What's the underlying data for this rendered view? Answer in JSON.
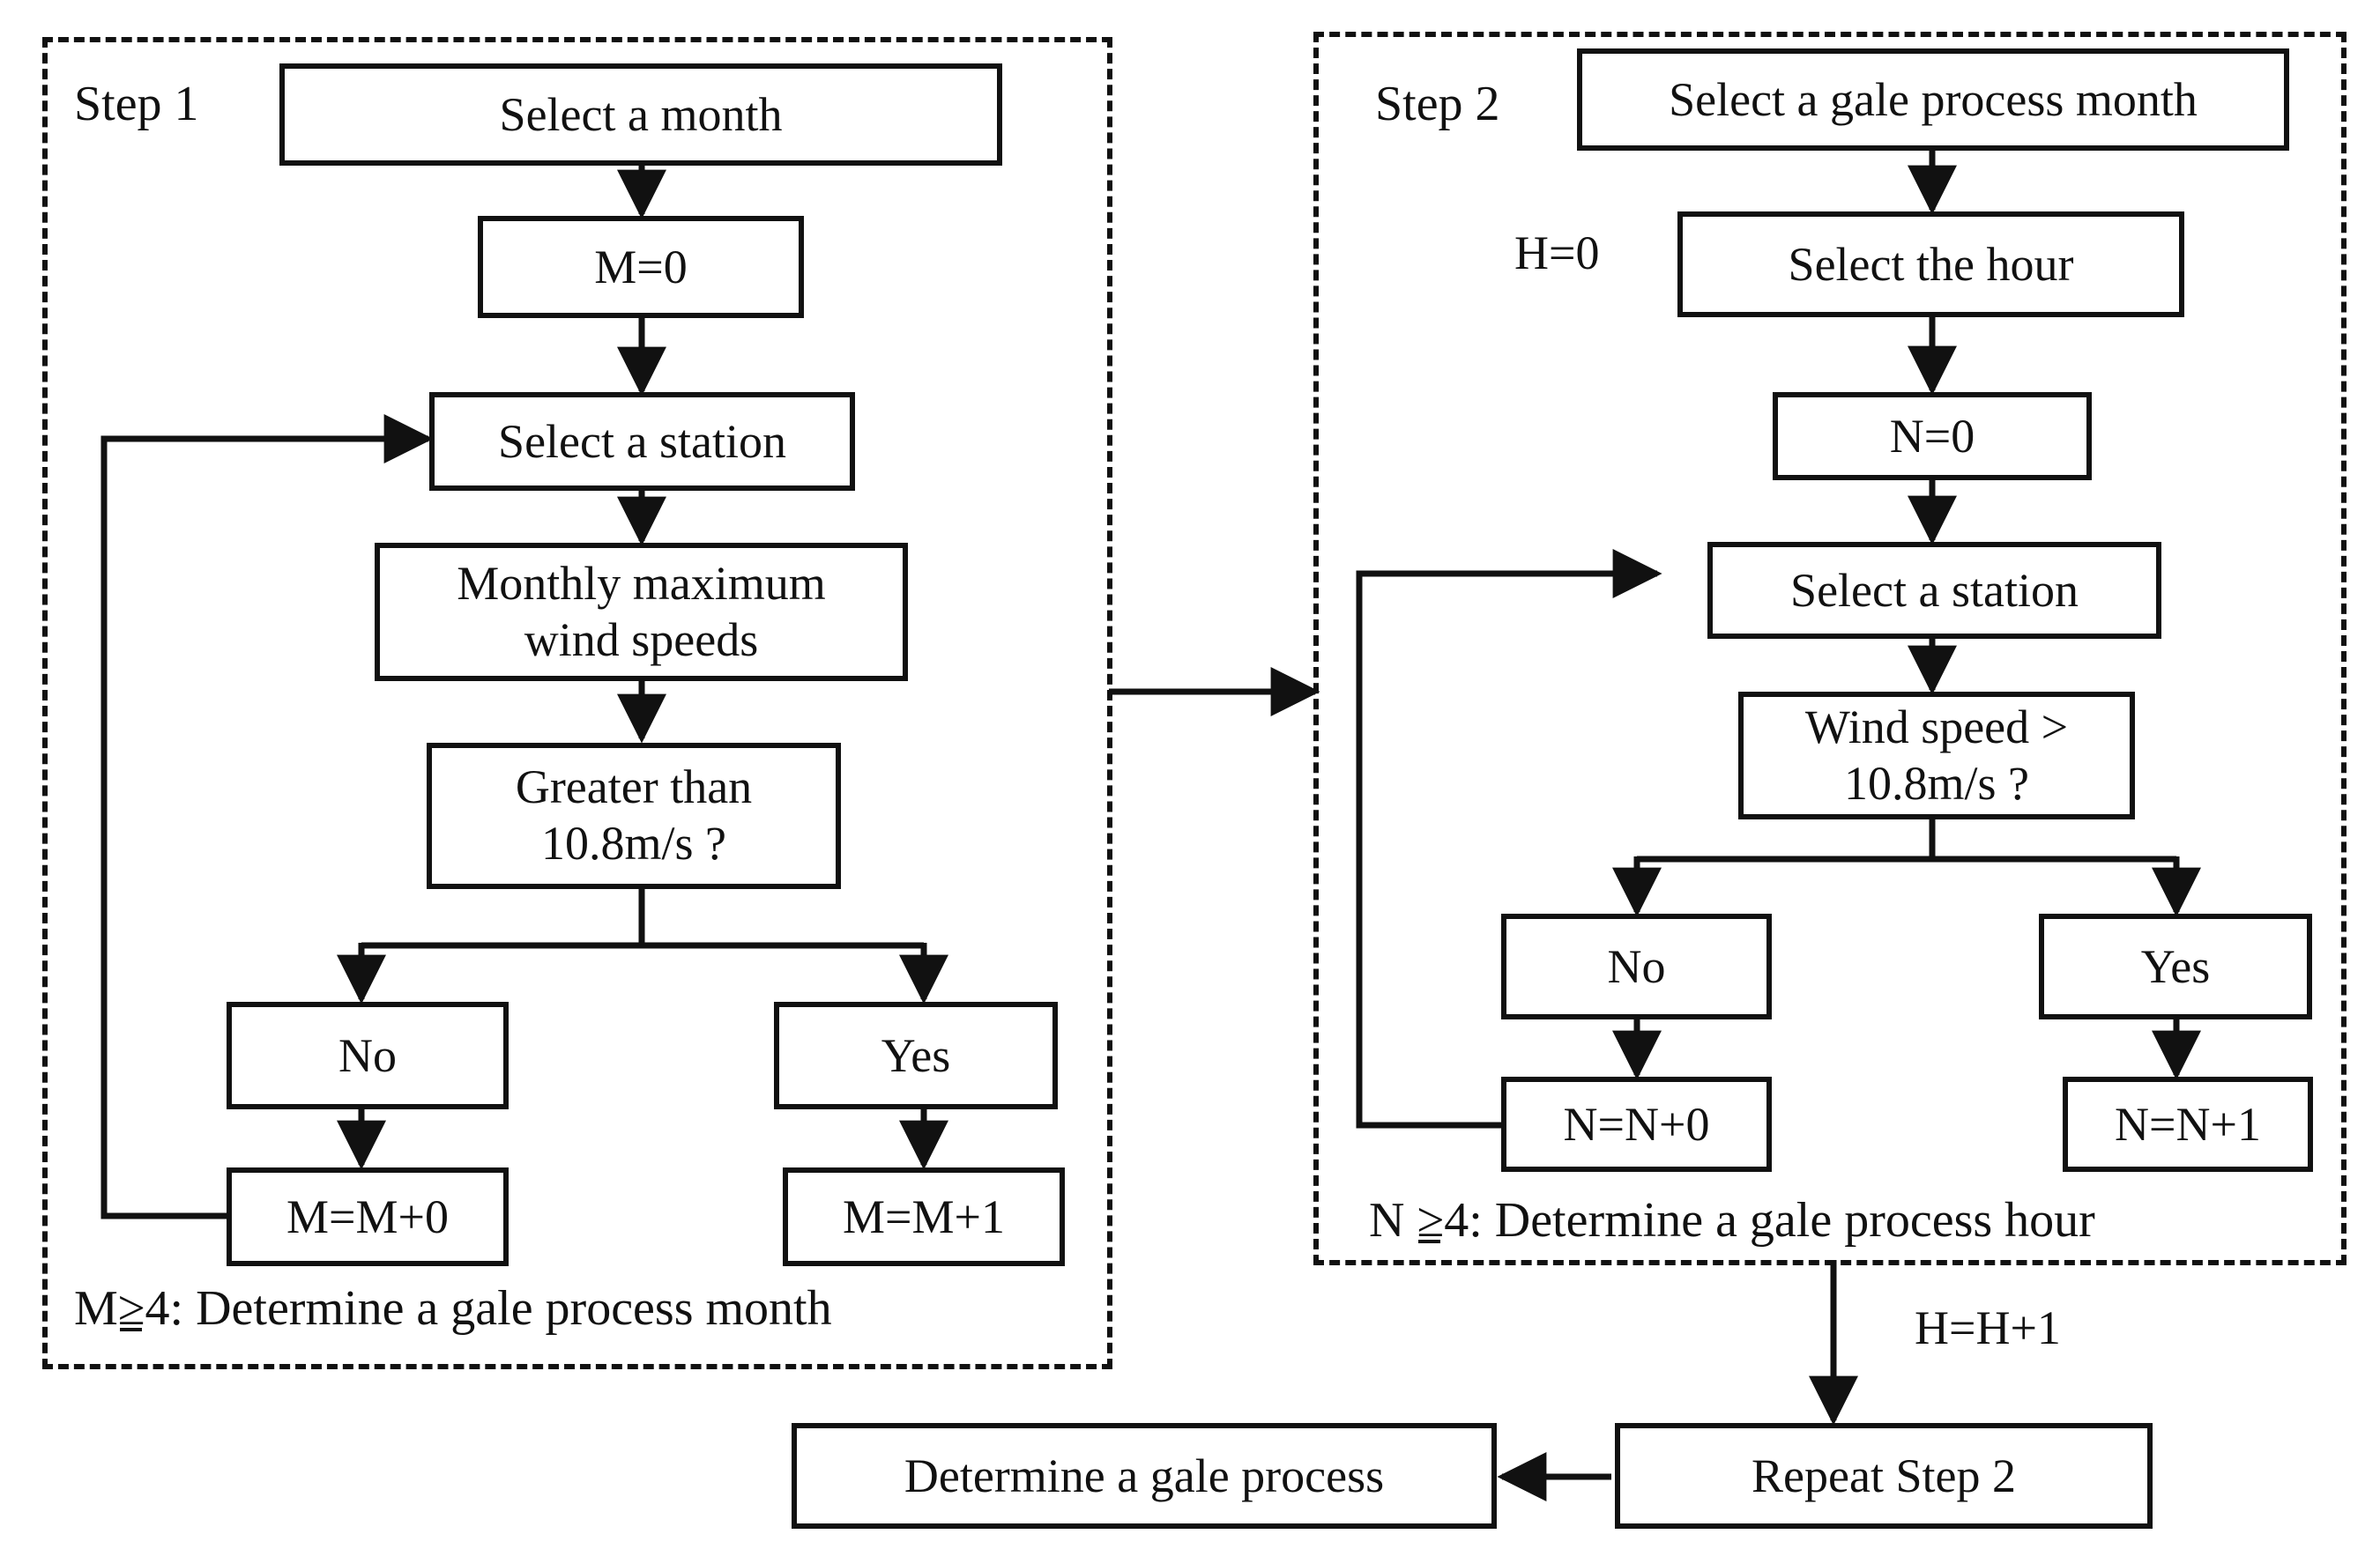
{
  "figure": {
    "type": "flowchart",
    "title": "Gale process determination flowchart",
    "background": "#ffffff",
    "stroke_color": "#111111"
  },
  "groups": {
    "step1": {
      "label": "Step 1",
      "caption_prefix": "M",
      "caption_symbol": "≥",
      "caption_suffix": "4: Determine a gale process month"
    },
    "step2": {
      "label": "Step 2",
      "caption_prefix": "N ",
      "caption_symbol": "≥",
      "caption_suffix": "4: Determine a gale process hour"
    }
  },
  "step1_nodes": {
    "select_month": "Select a month",
    "m_init": "M=0",
    "select_station": "Select a station",
    "monthly_max_line1": "Monthly maximum",
    "monthly_max_line2": "wind speeds",
    "decision_line1": "Greater than",
    "decision_line2": "10.8m/s ?",
    "no": "No",
    "yes": "Yes",
    "m_plus_zero": "M=M+0",
    "m_plus_one": "M=M+1"
  },
  "step2_nodes": {
    "select_gale_month": "Select a gale process month",
    "h_init": "H=0",
    "select_hour": "Select the hour",
    "n_init": "N=0",
    "select_station": "Select a station",
    "decision_line1": "Wind speed >",
    "decision_line2": "10.8m/s ?",
    "no": "No",
    "yes": "Yes",
    "n_plus_zero": "N=N+0",
    "n_plus_one": "N=N+1"
  },
  "bottom_nodes": {
    "repeat_step2": "Repeat Step 2",
    "determine_gale_process": "Determine a gale process",
    "h_increment_label": "H=H+1"
  }
}
